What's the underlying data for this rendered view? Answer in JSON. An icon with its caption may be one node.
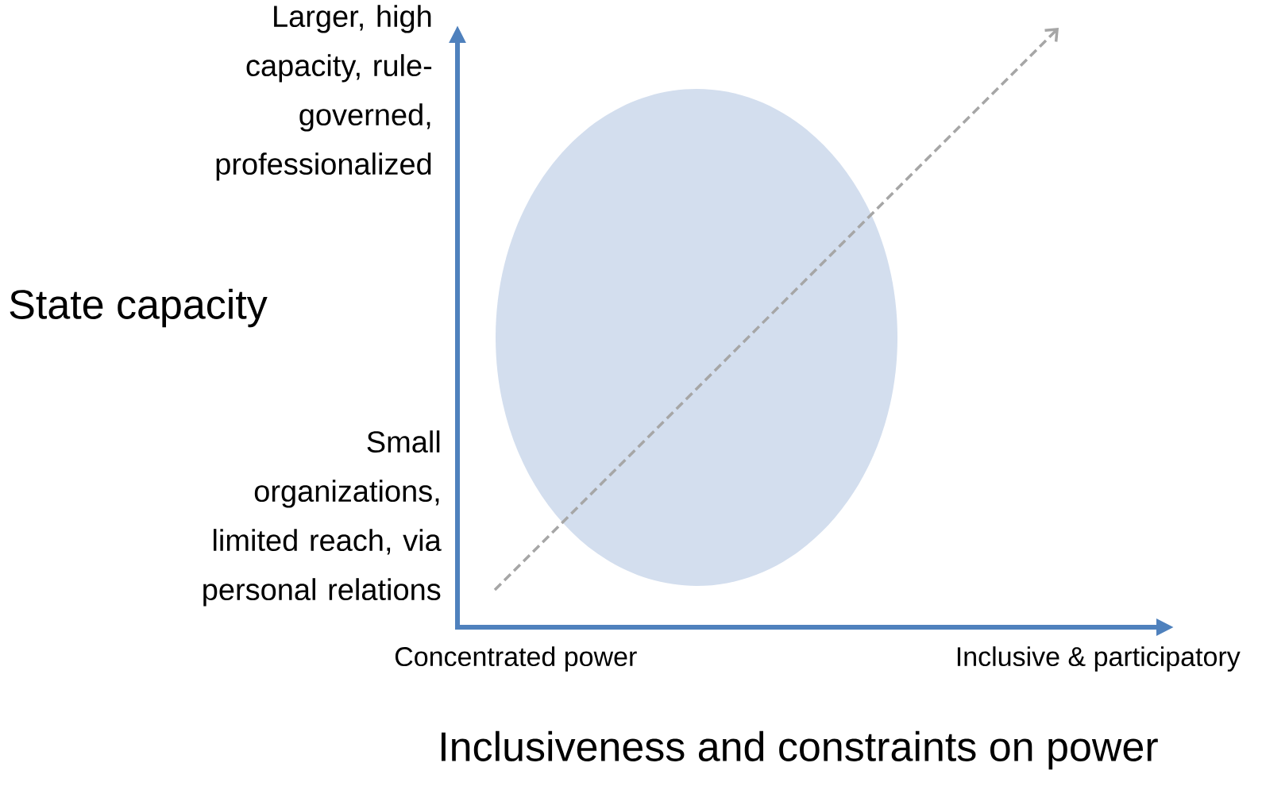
{
  "diagram": {
    "nodes": [
      {
        "text": [],
        "shape": "ellipse"
      }
    ],
    "labels": [
      "Larger, high capacity, rule-governed, professionalized",
      "State capacity",
      "Small organizations, limited reach, via personal relations",
      "Concentrated power",
      "Inclusive & participatory",
      "Inclusiveness and constraints on power"
    ]
  }
}
